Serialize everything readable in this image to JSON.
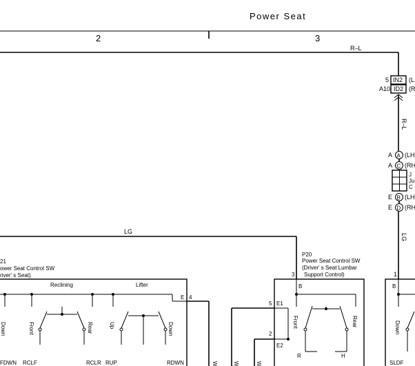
{
  "header": {
    "title": "Power Seat",
    "col_left": "2",
    "col_right": "3"
  },
  "wires": {
    "top_right": "R–L",
    "vertical_right": "R–L",
    "lg_horizontal": "LG",
    "lg_vertical": "LG"
  },
  "connectors": {
    "in2": {
      "pin": "5",
      "label": "IN2",
      "note": "(L"
    },
    "id2": {
      "pin": "A10",
      "label": "ID2",
      "note": "(R"
    },
    "junction": {
      "a_top": {
        "prefix": "A",
        "label": "A",
        "note": "(LH"
      },
      "c": {
        "prefix": "A",
        "label": "C",
        "note": "(RH"
      },
      "block_lines": [
        "J",
        "Ju",
        "C"
      ],
      "b": {
        "prefix": "E",
        "label": "B",
        "note": "(LH"
      },
      "d": {
        "prefix": "E",
        "label": "D",
        "note": "(RH"
      }
    }
  },
  "p21": {
    "lines": [
      "21",
      "ower Seat Control SW",
      "river' s Seat)"
    ],
    "section_reclining": "Reclining",
    "section_lifter": "Lifter",
    "pin_e": "E",
    "pin_4": "4",
    "switches": [
      "Down",
      "Front",
      "Rear",
      "Up",
      "Down"
    ],
    "bottom": [
      "FDWN",
      "RCLF",
      "RCLR",
      "RUP",
      "RDWN"
    ]
  },
  "p20": {
    "lines": [
      "P20",
      "Power Seat Control SW",
      "(Driver' s Seat Lumbar",
      "Support Control)"
    ],
    "pin_3": "3",
    "pin_b": "B",
    "pin_5": "5",
    "pin_e1": "E1",
    "pin_2": "2",
    "pin_e2": "E2",
    "switches": [
      "Front",
      "Rear"
    ],
    "bottom": [
      "R",
      "H"
    ]
  },
  "right_unit": {
    "pin_1": "1",
    "pin_b": "B",
    "switch": "Down",
    "bottom": "SLDF"
  },
  "misc": {
    "w1": "W",
    "w2": "W",
    "w3": "W"
  }
}
